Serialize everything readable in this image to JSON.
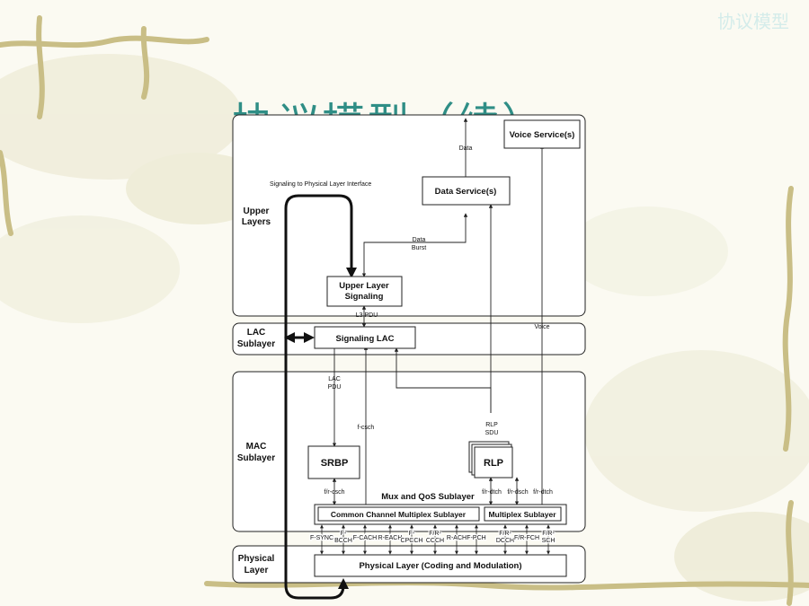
{
  "header": {
    "corner_title": "协议模型",
    "title": "协议模型（续）"
  },
  "layers": {
    "upper": [
      "Upper",
      "Layers"
    ],
    "lac": [
      "LAC",
      "Sublayer"
    ],
    "mac": [
      "MAC",
      "Sublayer"
    ],
    "physical": [
      "Physical",
      "Layer"
    ]
  },
  "boxes": {
    "voice_service": "Voice Service(s)",
    "data_service": "Data Service(s)",
    "upper_layer_signaling": [
      "Upper Layer",
      "Signaling"
    ],
    "signaling_lac": "Signaling LAC",
    "srbp": "SRBP",
    "rlp": "RLP",
    "mux_qos": "Mux and QoS Sublayer",
    "common_channel_mux": "Common Channel Multiplex Sublayer",
    "multiplex_sublayer": "Multiplex Sublayer",
    "physical_layer": "Physical Layer (Coding and Modulation)"
  },
  "labels": {
    "signaling_interface": "Signaling to Physical Layer Interface",
    "data": "Data",
    "data_burst": [
      "Data",
      "Burst"
    ],
    "l3_pdu": "L3 PDU",
    "voice": "Voice",
    "lac_pdu": [
      "LAC",
      "PDU"
    ],
    "f_csch": "f-csch",
    "rlp_sdu": [
      "RLP",
      "SDU"
    ],
    "fr_csch": "f/r-csch",
    "fr_dtch_1": "f/r-dtch",
    "fr_dsch": "f/r-dsch",
    "fr_dtch_2": "f/r-dtch"
  },
  "channels": [
    [
      "F-SYNC"
    ],
    [
      "F-",
      "BCCH"
    ],
    [
      "F-CACH"
    ],
    [
      "R-EACH"
    ],
    [
      "F-",
      "CPCCH"
    ],
    [
      "F/R-",
      "CCCH"
    ],
    [
      "R-ACH"
    ],
    [
      "F-PCH"
    ],
    [
      "F/R-",
      "DCCH"
    ],
    [
      "F/R-FCH"
    ],
    [
      "F/R-",
      "SCH"
    ]
  ]
}
